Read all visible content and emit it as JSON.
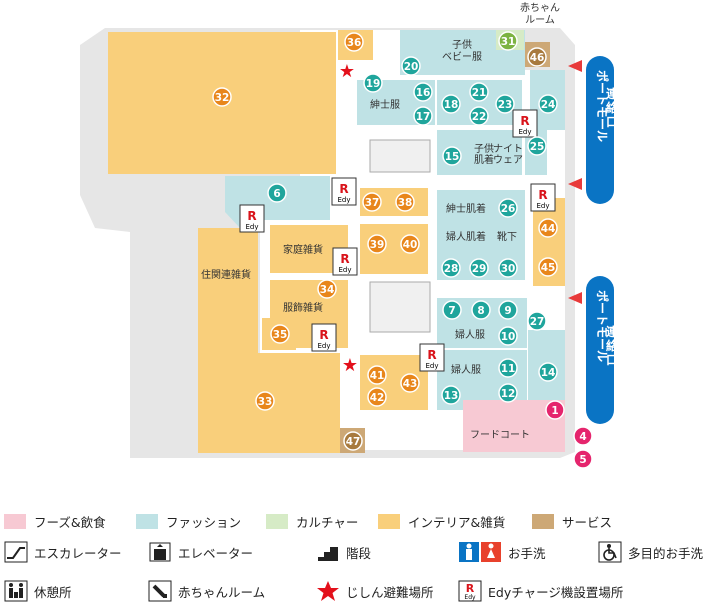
{
  "colors": {
    "food": "#f7c9d3",
    "fashion": "#bfe2e5",
    "culture": "#d6ebc6",
    "interior": "#f9cf7b",
    "service": "#cda876",
    "base": "#e6e6e6",
    "inner": "#ffffff",
    "orange_badge": "#e8861b",
    "teal_badge": "#1fa59c",
    "green_badge": "#7cb341",
    "brown_badge": "#a87a3e",
    "pink_badge": "#e5256d",
    "port_blue": "#0a74c4",
    "arrow_red": "#e83a3a"
  },
  "map": {
    "baby_room_label": "赤ちゃんルーム",
    "port_mall_label": "ポートモール連絡口",
    "areas": {
      "kids_baby": "子供\nベビー服",
      "mens": "紳士服",
      "kids_underwear": "子供\n肌着",
      "nightwear": "ナイト\nウェア",
      "mens_underwear": "紳士肌着",
      "womens_underwear": "婦人肌着",
      "socks": "靴下",
      "home_goods": "家庭雑貨",
      "housing_goods": "住関連雑貨",
      "apparel_goods": "服飾雑貨",
      "womens_1": "婦人服",
      "womens_2": "婦人服",
      "food_court": "フードコート"
    },
    "stores": [
      {
        "n": "1",
        "cat": "food"
      },
      {
        "n": "4",
        "cat": "food"
      },
      {
        "n": "5",
        "cat": "food"
      },
      {
        "n": "6",
        "cat": "fashion"
      },
      {
        "n": "7",
        "cat": "fashion"
      },
      {
        "n": "8",
        "cat": "fashion"
      },
      {
        "n": "9",
        "cat": "fashion"
      },
      {
        "n": "10",
        "cat": "fashion"
      },
      {
        "n": "11",
        "cat": "fashion"
      },
      {
        "n": "12",
        "cat": "fashion"
      },
      {
        "n": "13",
        "cat": "fashion"
      },
      {
        "n": "14",
        "cat": "fashion"
      },
      {
        "n": "15",
        "cat": "fashion"
      },
      {
        "n": "16",
        "cat": "fashion"
      },
      {
        "n": "17",
        "cat": "fashion"
      },
      {
        "n": "18",
        "cat": "fashion"
      },
      {
        "n": "19",
        "cat": "fashion"
      },
      {
        "n": "20",
        "cat": "fashion"
      },
      {
        "n": "21",
        "cat": "fashion"
      },
      {
        "n": "22",
        "cat": "fashion"
      },
      {
        "n": "23",
        "cat": "fashion"
      },
      {
        "n": "24",
        "cat": "fashion"
      },
      {
        "n": "25",
        "cat": "fashion"
      },
      {
        "n": "26",
        "cat": "fashion"
      },
      {
        "n": "27",
        "cat": "fashion"
      },
      {
        "n": "28",
        "cat": "fashion"
      },
      {
        "n": "29",
        "cat": "fashion"
      },
      {
        "n": "30",
        "cat": "fashion"
      },
      {
        "n": "31",
        "cat": "culture"
      },
      {
        "n": "32",
        "cat": "interior"
      },
      {
        "n": "33",
        "cat": "interior"
      },
      {
        "n": "34",
        "cat": "interior"
      },
      {
        "n": "35",
        "cat": "interior"
      },
      {
        "n": "36",
        "cat": "interior"
      },
      {
        "n": "37",
        "cat": "interior"
      },
      {
        "n": "38",
        "cat": "interior"
      },
      {
        "n": "39",
        "cat": "interior"
      },
      {
        "n": "40",
        "cat": "interior"
      },
      {
        "n": "41",
        "cat": "interior"
      },
      {
        "n": "42",
        "cat": "interior"
      },
      {
        "n": "43",
        "cat": "interior"
      },
      {
        "n": "44",
        "cat": "interior"
      },
      {
        "n": "45",
        "cat": "interior"
      },
      {
        "n": "46",
        "cat": "service"
      },
      {
        "n": "47",
        "cat": "service"
      }
    ],
    "edy_label": "Edy"
  },
  "legend": {
    "categories": [
      {
        "label": "フーズ&飲食",
        "color_key": "food"
      },
      {
        "label": "ファッション",
        "color_key": "fashion"
      },
      {
        "label": "カルチャー",
        "color_key": "culture"
      },
      {
        "label": "インテリア&雑貨",
        "color_key": "interior"
      },
      {
        "label": "サービス",
        "color_key": "service"
      }
    ],
    "icons": [
      {
        "label": "エスカレーター",
        "icon": "escalator-icon"
      },
      {
        "label": "エレベーター",
        "icon": "elevator-icon"
      },
      {
        "label": "階段",
        "icon": "stairs-icon"
      },
      {
        "label": "お手洗",
        "icon": "restroom-icon"
      },
      {
        "label": "多目的お手洗",
        "icon": "accessible-restroom-icon"
      },
      {
        "label": "休憩所",
        "icon": "rest-area-icon"
      },
      {
        "label": "赤ちゃんルーム",
        "icon": "baby-room-icon"
      },
      {
        "label": "じしん避難場所",
        "icon": "earthquake-shelter-star-icon"
      },
      {
        "label": "Edyチャージ機設置場所",
        "icon": "edy-charger-icon"
      }
    ]
  }
}
